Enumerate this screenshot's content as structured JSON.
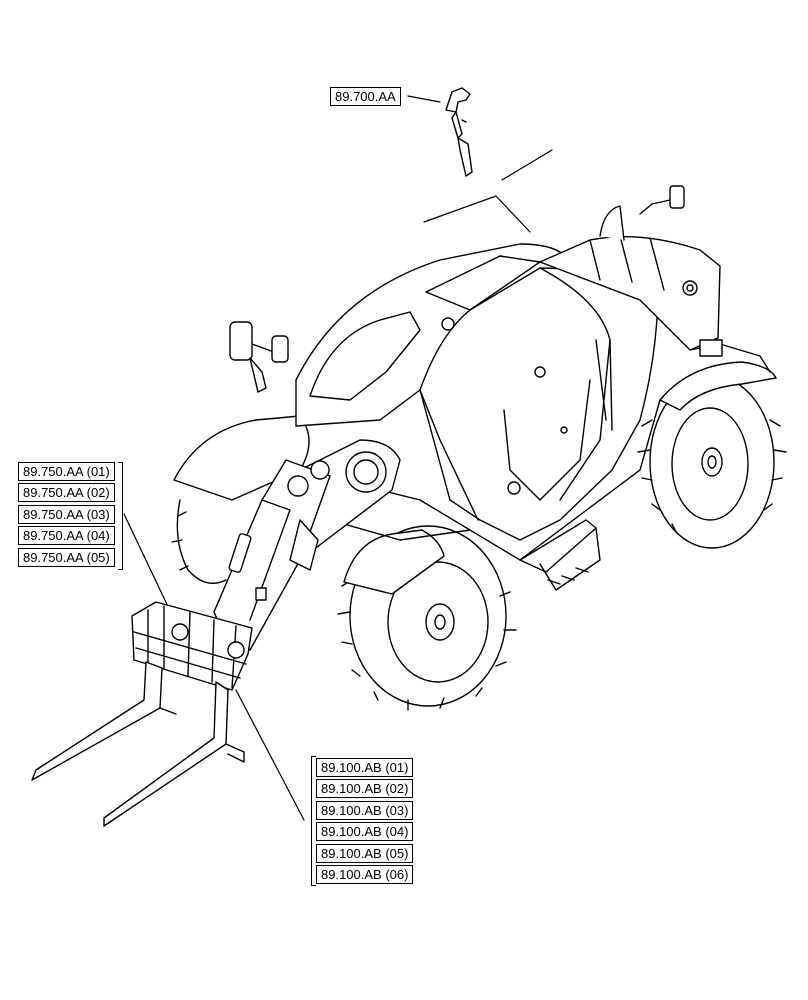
{
  "callouts": {
    "lever": "89.700.AA",
    "group_left": [
      "89.750.AA (01)",
      "89.750.AA (02)",
      "89.750.AA (03)",
      "89.750.AA (04)",
      "89.750.AA (05)"
    ],
    "group_right": [
      "89.100.AB (01)",
      "89.100.AB (02)",
      "89.100.AB (03)",
      "89.100.AB (04)",
      "89.100.AB (05)",
      "89.100.AB (06)"
    ]
  }
}
